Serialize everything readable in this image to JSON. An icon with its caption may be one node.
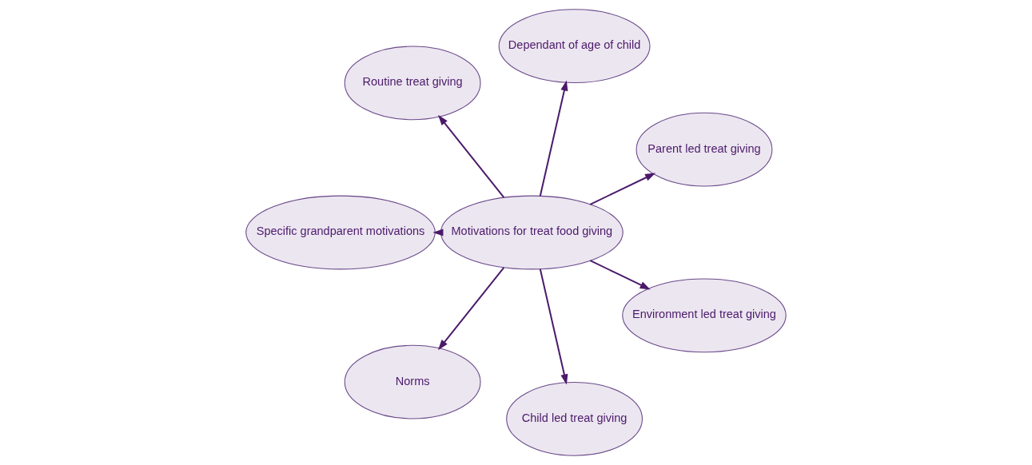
{
  "diagram": {
    "nodes": [
      {
        "text": [
          "Motivations for treat food giving"
        ]
      },
      {
        "text": [
          "Parent led treat giving"
        ]
      },
      {
        "text": [
          "Dependant of age of child"
        ]
      },
      {
        "text": [
          "Routine treat giving"
        ]
      },
      {
        "text": [
          "Specific grandparent motivations"
        ]
      },
      {
        "text": [
          "Norms"
        ]
      },
      {
        "text": [
          "Child led treat giving"
        ]
      },
      {
        "text": [
          "Environment led treat giving"
        ]
      }
    ],
    "edges": [
      {
        "from": 0,
        "to": 1,
        "arrow": "to"
      },
      {
        "from": 0,
        "to": 2,
        "arrow": "to"
      },
      {
        "from": 0,
        "to": 3,
        "arrow": "to"
      },
      {
        "from": 0,
        "to": 4,
        "arrow": "to"
      },
      {
        "from": 0,
        "to": 5,
        "arrow": "to"
      },
      {
        "from": 0,
        "to": 6,
        "arrow": "to"
      },
      {
        "from": 0,
        "to": 7,
        "arrow": "to"
      }
    ]
  }
}
